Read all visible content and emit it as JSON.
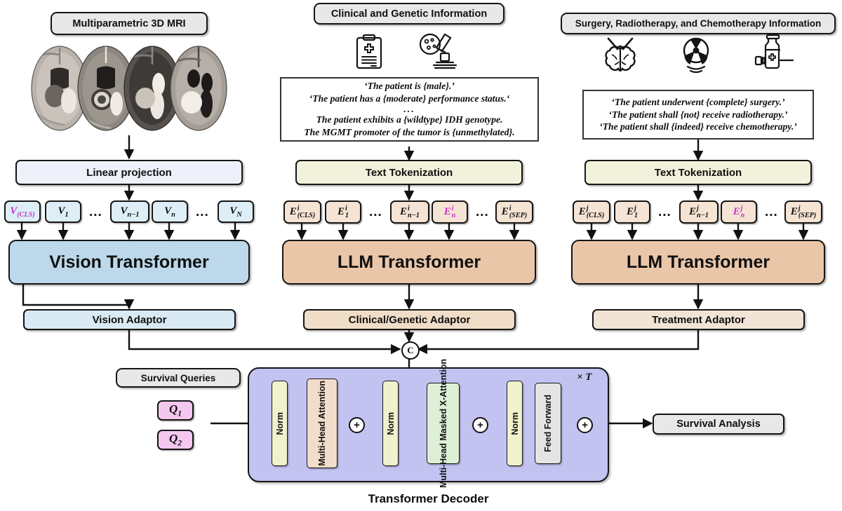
{
  "columns": {
    "vision": {
      "header": "Multiparametric 3D MRI",
      "projection": "Linear projection",
      "transformer": "Vision Transformer",
      "adaptor": "Vision Adaptor",
      "tokens": [
        {
          "base": "V",
          "sub": "(CLS)",
          "sup": "",
          "highlight": true
        },
        {
          "base": "V",
          "sub": "1",
          "sup": "",
          "highlight": false
        },
        {
          "base": "V",
          "sub": "n−1",
          "sup": "",
          "highlight": false
        },
        {
          "base": "V",
          "sub": "n",
          "sup": "",
          "highlight": false
        },
        {
          "base": "V",
          "sub": "N",
          "sup": "",
          "highlight": false
        }
      ],
      "ellipsis": "..."
    },
    "clinical": {
      "header": "Clinical and Genetic Information",
      "icons": [
        "clipboard-medical-icon",
        "microscope-icon"
      ],
      "prompt_lines": [
        "‘The patient is {male}.’",
        "‘The patient has a {moderate} performance status.‘",
        "...",
        "The patient exhibits a {wildtype} IDH genotype.",
        "The MGMT promoter of the tumor is {unmethylated}."
      ],
      "tokenization": "Text Tokenization",
      "transformer": "LLM Transformer",
      "adaptor": "Clinical/Genetic Adaptor",
      "tokens": [
        {
          "base": "E",
          "sub": "(CLS)",
          "sup": "i",
          "highlight": false
        },
        {
          "base": "E",
          "sub": "1",
          "sup": "i",
          "highlight": false
        },
        {
          "base": "E",
          "sub": "n−1",
          "sup": "i",
          "highlight": false
        },
        {
          "base": "E",
          "sub": "n",
          "sup": "i",
          "highlight": true
        },
        {
          "base": "E",
          "sub": "(SEP)",
          "sup": "i",
          "highlight": false
        }
      ],
      "ellipsis": "..."
    },
    "treatment": {
      "header": "Surgery, Radiotherapy, and Chemotherapy Information",
      "icons": [
        "brain-surgery-icon",
        "radiation-icon",
        "chemo-vial-syringe-icon"
      ],
      "prompt_lines": [
        "‘The patient underwent {complete} surgery.’",
        "‘The patient shall {not} receive radiotherapy.’",
        "‘The patient shall {indeed} receive chemotherapy.’"
      ],
      "tokenization": "Text Tokenization",
      "transformer": "LLM Transformer",
      "adaptor": "Treatment Adaptor",
      "tokens": [
        {
          "base": "E",
          "sub": "(CLS)",
          "sup": "j",
          "highlight": false
        },
        {
          "base": "E",
          "sub": "1",
          "sup": "j",
          "highlight": false
        },
        {
          "base": "E",
          "sub": "n−1",
          "sup": "j",
          "highlight": false
        },
        {
          "base": "E",
          "sub": "n",
          "sup": "j",
          "highlight": true
        },
        {
          "base": "E",
          "sub": "(SEP)",
          "sup": "j",
          "highlight": false
        }
      ],
      "ellipsis": "..."
    }
  },
  "concat_node": "C",
  "queries": {
    "header": "Survival Queries",
    "items": [
      {
        "base": "Q",
        "sub": "1"
      },
      {
        "base": "Q",
        "sub": "2"
      }
    ]
  },
  "decoder": {
    "caption": "Transformer Decoder",
    "repeat_label": "× T",
    "blocks": [
      {
        "name": "norm-1",
        "label": "Norm"
      },
      {
        "name": "multi-head-attention",
        "label": "Multi-Head Attention"
      },
      {
        "name": "norm-2",
        "label": "Norm"
      },
      {
        "name": "multi-head-masked-x-attention",
        "label": "Multi-Head Masked X-Attention"
      },
      {
        "name": "norm-3",
        "label": "Norm"
      },
      {
        "name": "feed-forward",
        "label": "Feed Forward"
      }
    ],
    "add_symbol": "+"
  },
  "output": {
    "label": "Survival Analysis"
  },
  "colors": {
    "header_box": "#e8e8e8",
    "linear_projection": "#eef0fa",
    "text_tokenization": "#f2f2dc",
    "vision_transformer": "#bcd8ea",
    "llm_transformer": "#eac6a9",
    "vision_adaptor": "#d9eaf4",
    "clinical_adaptor": "#f0ddc8",
    "treatment_adaptor": "#f2e4d5",
    "decoder_body": "#c3c3f2",
    "norm_block": "#f1f1cd",
    "attention_block": "#f2ddcb",
    "x_attention_block": "#ddf0d5",
    "feed_forward_block": "#e4e4e4",
    "vision_token": "#ddeef7",
    "text_token": "#f5e3d3",
    "query_token": "#f4c7ef",
    "highlight_text": "#cc2fcc",
    "stroke": "#151515"
  }
}
